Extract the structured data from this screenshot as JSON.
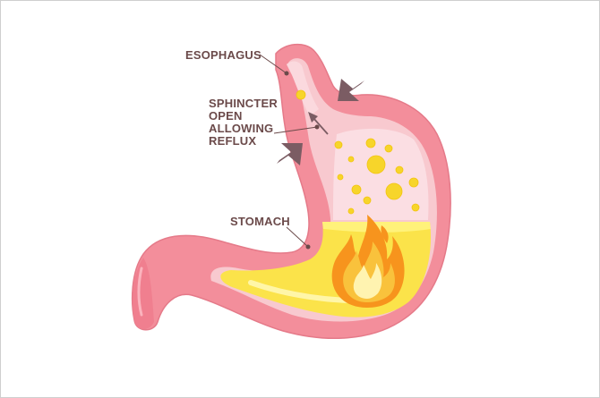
{
  "labels": {
    "esophagus": "ESOPHAGUS",
    "sphincter": [
      "SPHINCTER",
      "OPEN",
      "ALLOWING",
      "REFLUX"
    ],
    "stomach": "STOMACH"
  },
  "colors": {
    "stomach_outer": "#f38e9b",
    "stomach_inner": "#f8c9cf",
    "acid": "#fbe34a",
    "acid_light": "#fff27a",
    "bubble": "#f7d52a",
    "flame_outer": "#f7941d",
    "flame_mid": "#f9c23c",
    "flame_core": "#fff3b0",
    "arrow": "#7b5c63",
    "label": "#6b4a4a"
  },
  "icons": [
    "pressure-arrow-icon",
    "flame-icon",
    "acid-bubble-icon"
  ]
}
